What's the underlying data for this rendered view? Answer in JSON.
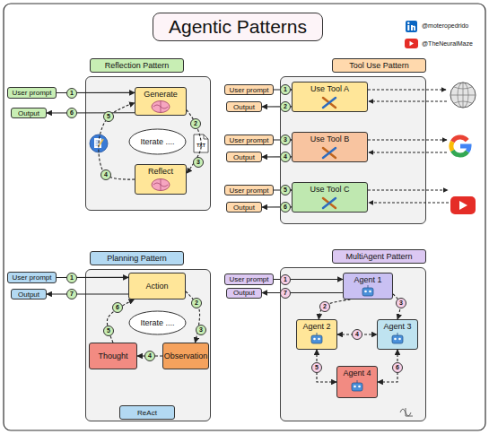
{
  "diagram": {
    "title": "Agentic Patterns",
    "nodes": [
      {
        "text": [
          "User prompt"
        ]
      },
      {
        "text": [
          "Output"
        ]
      },
      {
        "text": [
          "Reflection Pattern"
        ]
      },
      {
        "text": [
          "Generate"
        ],
        "in": 2
      },
      {
        "text": [
          "Iterate ...."
        ],
        "in": 2
      },
      {
        "text": [
          "Reflect"
        ],
        "in": 2
      },
      {
        "text": [
          "User prompt"
        ]
      },
      {
        "text": [
          "Output"
        ]
      },
      {
        "text": [
          "User prompt"
        ]
      },
      {
        "text": [
          "Output"
        ]
      },
      {
        "text": [
          "User prompt"
        ]
      },
      {
        "text": [
          "Output"
        ]
      },
      {
        "text": [
          "Tool Use Pattern"
        ]
      },
      {
        "text": [
          "Use Tool A"
        ],
        "in": 12
      },
      {
        "text": [
          "Use Tool B"
        ],
        "in": 12
      },
      {
        "text": [
          "Use Tool C"
        ],
        "in": 12
      },
      {
        "text": [
          "User prompt"
        ]
      },
      {
        "text": [
          "Output"
        ]
      },
      {
        "text": [
          "Planning Pattern"
        ]
      },
      {
        "text": [
          "Action"
        ],
        "in": 18
      },
      {
        "text": [
          "Iterate ...."
        ],
        "in": 18
      },
      {
        "text": [
          "Thought"
        ],
        "in": 18
      },
      {
        "text": [
          "Observation"
        ],
        "in": 18
      },
      {
        "text": [
          "ReAct"
        ],
        "in": 18
      },
      {
        "text": [
          "User prompt"
        ]
      },
      {
        "text": [
          "Output"
        ]
      },
      {
        "text": [
          "MultiAgent Pattern"
        ]
      },
      {
        "text": [
          "Agent 1"
        ],
        "in": 26
      },
      {
        "text": [
          "Agent 2"
        ],
        "in": 26
      },
      {
        "text": [
          "Agent 3"
        ],
        "in": 26
      },
      {
        "text": [
          "Agent 4"
        ],
        "in": 26
      }
    ],
    "edges": [
      {
        "from": 0,
        "to": 3,
        "arrow": "to"
      },
      {
        "from": 3,
        "to": 1,
        "arrow": "to"
      },
      {
        "from": 3,
        "to": 5,
        "arrow": "to"
      },
      {
        "from": 5,
        "to": 3,
        "arrow": "to"
      },
      {
        "from": 6,
        "to": 13,
        "arrow": "to"
      },
      {
        "from": 13,
        "to": 7,
        "arrow": "to"
      },
      {
        "from": 8,
        "to": 14,
        "arrow": "to"
      },
      {
        "from": 14,
        "to": 9,
        "arrow": "to"
      },
      {
        "from": 10,
        "to": 15,
        "arrow": "to"
      },
      {
        "from": 15,
        "to": 11,
        "arrow": "to"
      },
      {
        "from": 16,
        "to": 19,
        "arrow": "to"
      },
      {
        "from": 19,
        "to": 17,
        "arrow": "to"
      },
      {
        "from": 19,
        "to": 22,
        "arrow": "to"
      },
      {
        "from": 22,
        "to": 21,
        "arrow": "to"
      },
      {
        "from": 21,
        "to": 19,
        "arrow": "to"
      },
      {
        "from": 24,
        "to": 27,
        "arrow": "to"
      },
      {
        "from": 27,
        "to": 25,
        "arrow": "to"
      },
      {
        "from": 27,
        "to": 28,
        "arrow": "to"
      },
      {
        "from": 27,
        "to": 29,
        "arrow": "to"
      },
      {
        "from": 28,
        "to": 29,
        "arrow": "both"
      },
      {
        "from": 28,
        "to": 30,
        "arrow": "both"
      },
      {
        "from": 29,
        "to": 30,
        "arrow": "both"
      }
    ],
    "labels": [
      "@moteropedrido",
      "@TheNeuralMaze",
      "1",
      "6",
      "2",
      "TXT",
      "3",
      "4",
      "5",
      "1",
      "2",
      "3",
      "4",
      "5",
      "6",
      "1",
      "7",
      "2",
      "3",
      "4",
      "5",
      "6",
      "1",
      "7",
      "2",
      "3",
      "4",
      "5",
      "6"
    ]
  }
}
